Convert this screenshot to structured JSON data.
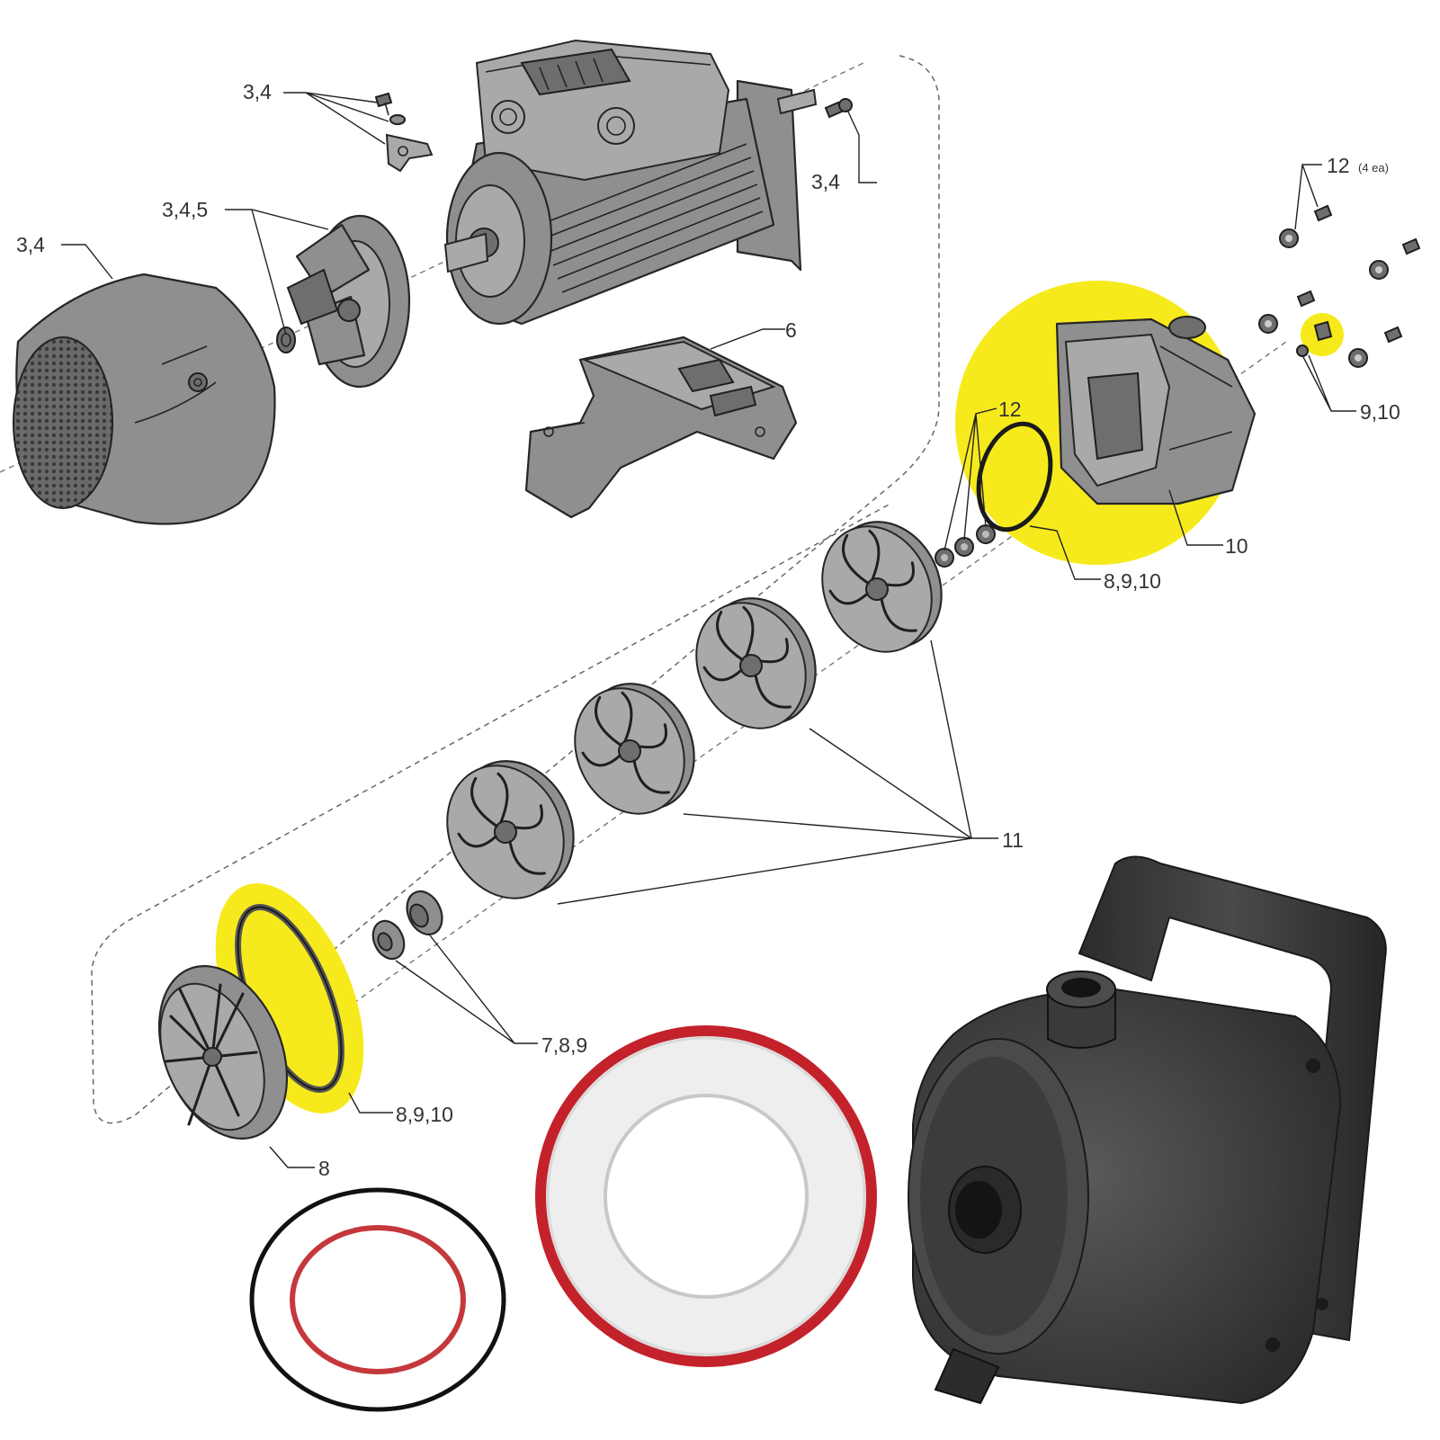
{
  "labels": {
    "motor_screws_top": "3,4",
    "motor_screws_right": "3,4",
    "fan_group": "3,4,5",
    "fan_cover": "3,4",
    "base": "6",
    "screws_top_right": "12",
    "screws_top_right_qty": "(4 ea)",
    "drain_plug": "9,10",
    "pump_housing": "10",
    "housing_oring": "8,9,10",
    "diffuser_screws": "12",
    "impellers": "11",
    "seal_parts": "7,8,9",
    "front_oring": "8,9,10",
    "front_cover": "8"
  },
  "colors": {
    "highlight": "#f7ea1c",
    "part_gray": "#8f8f8f",
    "oring_black": "#111111",
    "oring_red": "#c4383c",
    "seal_red": "#c3222b",
    "seal_white": "#eeeeee",
    "housing_dark": "#3a3a3c"
  }
}
